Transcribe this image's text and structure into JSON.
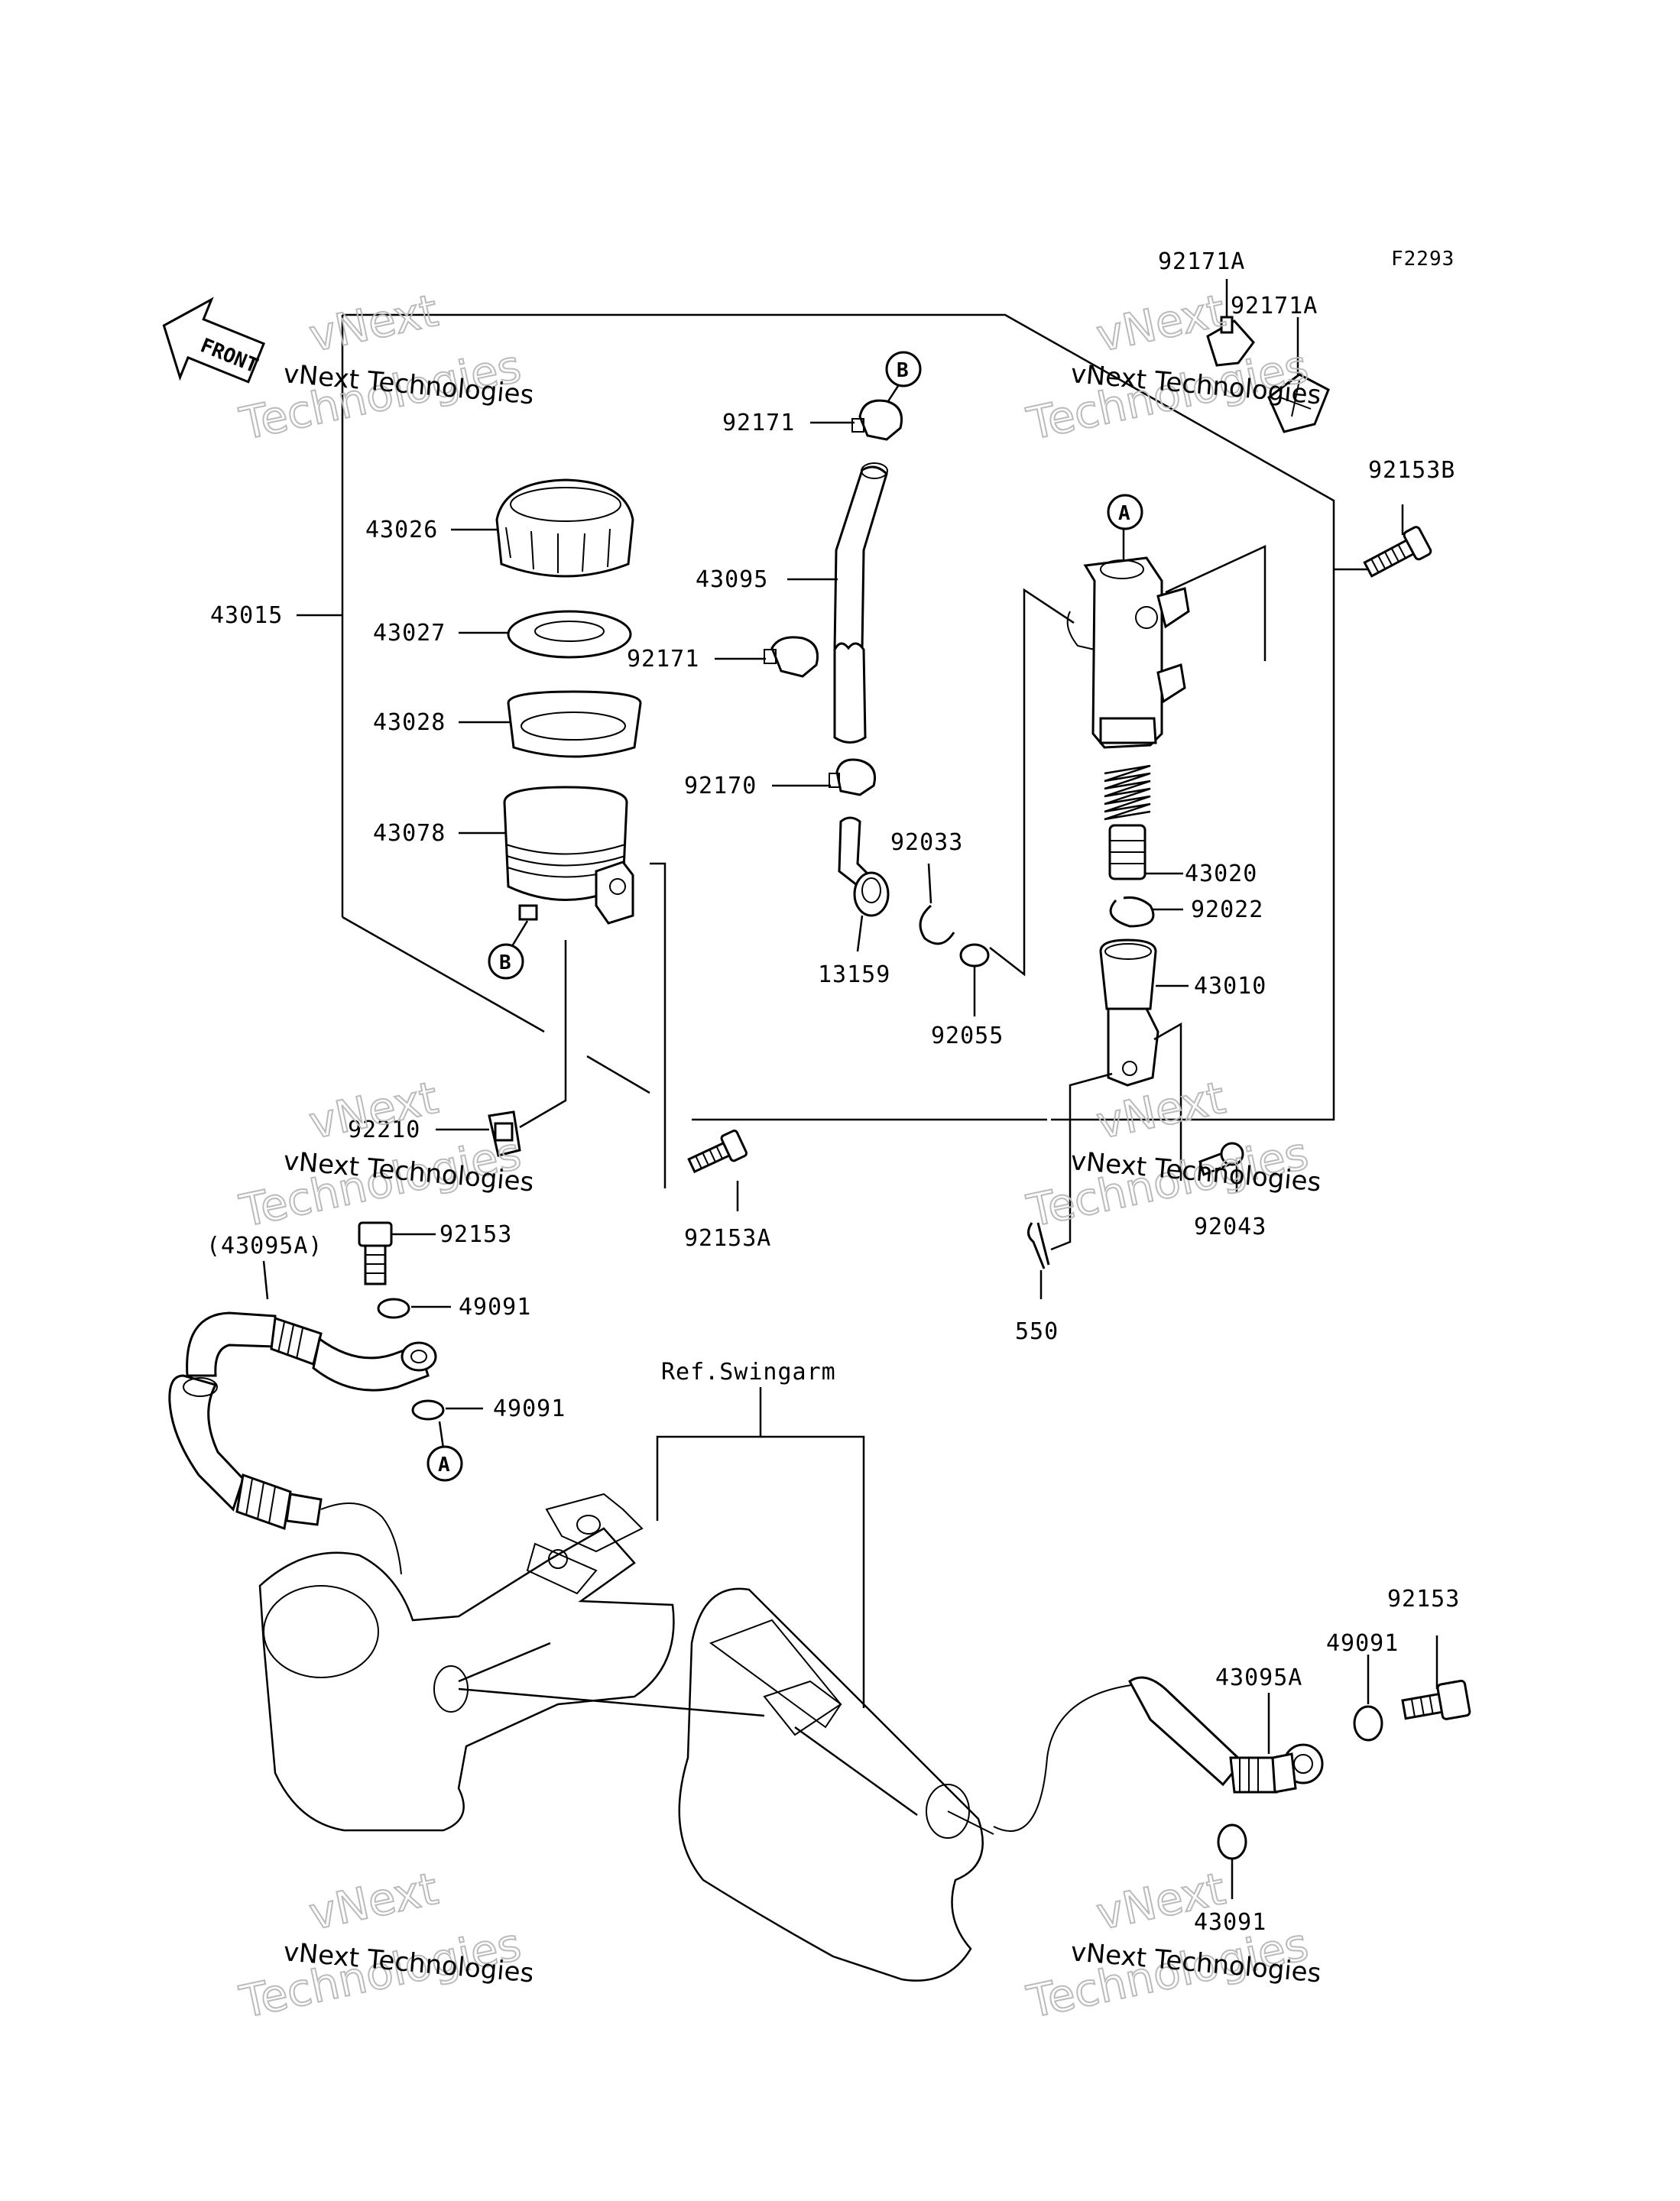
{
  "figure_code": "F2293",
  "front_label": "FRONT",
  "ref_label": "Ref.Swingarm",
  "watermark": {
    "line1": "vNext Technologies",
    "line2": "Technologies",
    "line2_prefix": "vNext"
  },
  "connectors": {
    "a": "A",
    "b": "B"
  },
  "parts": {
    "p92171A_1": "92171A",
    "p92171A_2": "92171A",
    "p92153B": "92153B",
    "p92171_top": "92171",
    "p43026": "43026",
    "p43095": "43095",
    "p43015": "43015",
    "p43027": "43027",
    "p92171_mid": "92171",
    "p43028": "43028",
    "p92170": "92170",
    "p43078": "43078",
    "p92033": "92033",
    "p43020": "43020",
    "p92022": "92022",
    "p13159": "13159",
    "p43010": "43010",
    "p92055": "92055",
    "p92210": "92210",
    "p92153A": "92153A",
    "p92043": "92043",
    "p92153_left": "92153",
    "p43095A_paren": "(43095A)",
    "p49091_l1": "49091",
    "p550": "550",
    "p49091_l2": "49091",
    "p92153_right": "92153",
    "p49091_r1": "49091",
    "p43095A": "43095A",
    "p49091_r2": "43091"
  }
}
